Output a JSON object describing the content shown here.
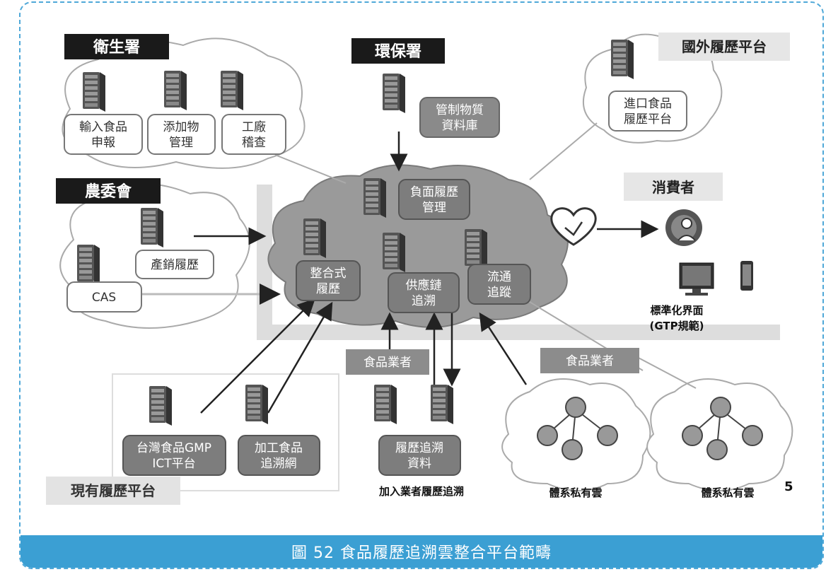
{
  "caption": "圖 52  食品履歷追溯雲整合平台範疇",
  "page_number": "5",
  "agencies": {
    "health": "衛生署",
    "epa": "環保署",
    "agriculture": "農委會",
    "foreign": "國外履歷平台",
    "consumer": "消費者"
  },
  "health_systems": [
    {
      "line1": "輸入食品",
      "line2": "申報"
    },
    {
      "line1": "添加物",
      "line2": "管理"
    },
    {
      "line1": "工廠",
      "line2": "稽查"
    }
  ],
  "epa_system": {
    "line1": "管制物質",
    "line2": "資料庫"
  },
  "foreign_system": {
    "line1": "進口食品",
    "line2": "履歷平台"
  },
  "agri_systems": {
    "sales": "產銷履歷",
    "cas": "CAS"
  },
  "central_cloud": {
    "negative": {
      "line1": "負面履歷",
      "line2": "管理"
    },
    "integrated": {
      "line1": "整合式",
      "line2": "履歷"
    },
    "supply_chain": {
      "line1": "供應鏈",
      "line2": "追溯"
    },
    "logistics": {
      "line1": "流通",
      "line2": "追蹤"
    }
  },
  "consumer_interface": {
    "line1": "標準化界面",
    "line2": "(GTP規範)"
  },
  "food_business_1": "食品業者",
  "food_business_2": "食品業者",
  "existing_platforms": {
    "label": "現有履歷平台",
    "gmp": {
      "line1": "台灣食品GMP",
      "line2": "ICT平台"
    },
    "processed": {
      "line1": "加工食品",
      "line2": "追溯網"
    }
  },
  "join_business": {
    "data": {
      "line1": "履歷追溯",
      "line2": "資料"
    },
    "caption": "加入業者履歷追溯"
  },
  "private_clouds": [
    "體系私有雲",
    "體系私有雲"
  ]
}
